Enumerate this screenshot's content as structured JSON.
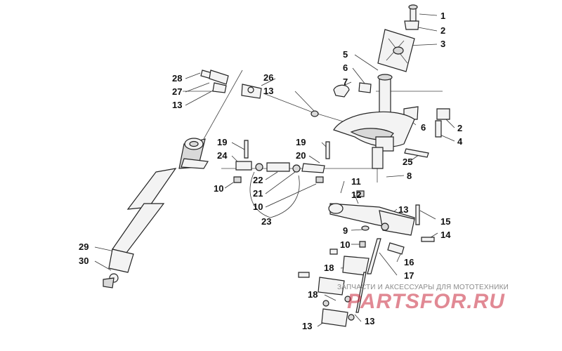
{
  "callouts": [
    {
      "id": "1",
      "text": "1"
    },
    {
      "id": "2a",
      "text": "2"
    },
    {
      "id": "3",
      "text": "3"
    },
    {
      "id": "5",
      "text": "5"
    },
    {
      "id": "6a",
      "text": "6"
    },
    {
      "id": "7",
      "text": "7"
    },
    {
      "id": "26",
      "text": "26"
    },
    {
      "id": "13a",
      "text": "13"
    },
    {
      "id": "28",
      "text": "28"
    },
    {
      "id": "27",
      "text": "27"
    },
    {
      "id": "13b",
      "text": "13"
    },
    {
      "id": "6b",
      "text": "6"
    },
    {
      "id": "2b",
      "text": "2"
    },
    {
      "id": "4",
      "text": "4"
    },
    {
      "id": "19a",
      "text": "19"
    },
    {
      "id": "24",
      "text": "24"
    },
    {
      "id": "19b",
      "text": "19"
    },
    {
      "id": "20",
      "text": "20"
    },
    {
      "id": "25",
      "text": "25"
    },
    {
      "id": "8",
      "text": "8"
    },
    {
      "id": "10a",
      "text": "10"
    },
    {
      "id": "22",
      "text": "22"
    },
    {
      "id": "21",
      "text": "21"
    },
    {
      "id": "10b",
      "text": "10"
    },
    {
      "id": "11",
      "text": "11"
    },
    {
      "id": "12",
      "text": "12"
    },
    {
      "id": "23",
      "text": "23"
    },
    {
      "id": "13c",
      "text": "13"
    },
    {
      "id": "15",
      "text": "15"
    },
    {
      "id": "9",
      "text": "9"
    },
    {
      "id": "14",
      "text": "14"
    },
    {
      "id": "10c",
      "text": "10"
    },
    {
      "id": "29",
      "text": "29"
    },
    {
      "id": "16",
      "text": "16"
    },
    {
      "id": "30",
      "text": "30"
    },
    {
      "id": "18a",
      "text": "18"
    },
    {
      "id": "17",
      "text": "17"
    },
    {
      "id": "18b",
      "text": "18"
    },
    {
      "id": "13d",
      "text": "13"
    },
    {
      "id": "13e",
      "text": "13"
    }
  ],
  "watermark": {
    "tagline": "ЗАПЧАСТИ И АКСЕССУАРЫ ДЛЯ МОТОТЕХНИКИ",
    "logo": "PARTSFOR.RU",
    "color": "#c8283c"
  }
}
